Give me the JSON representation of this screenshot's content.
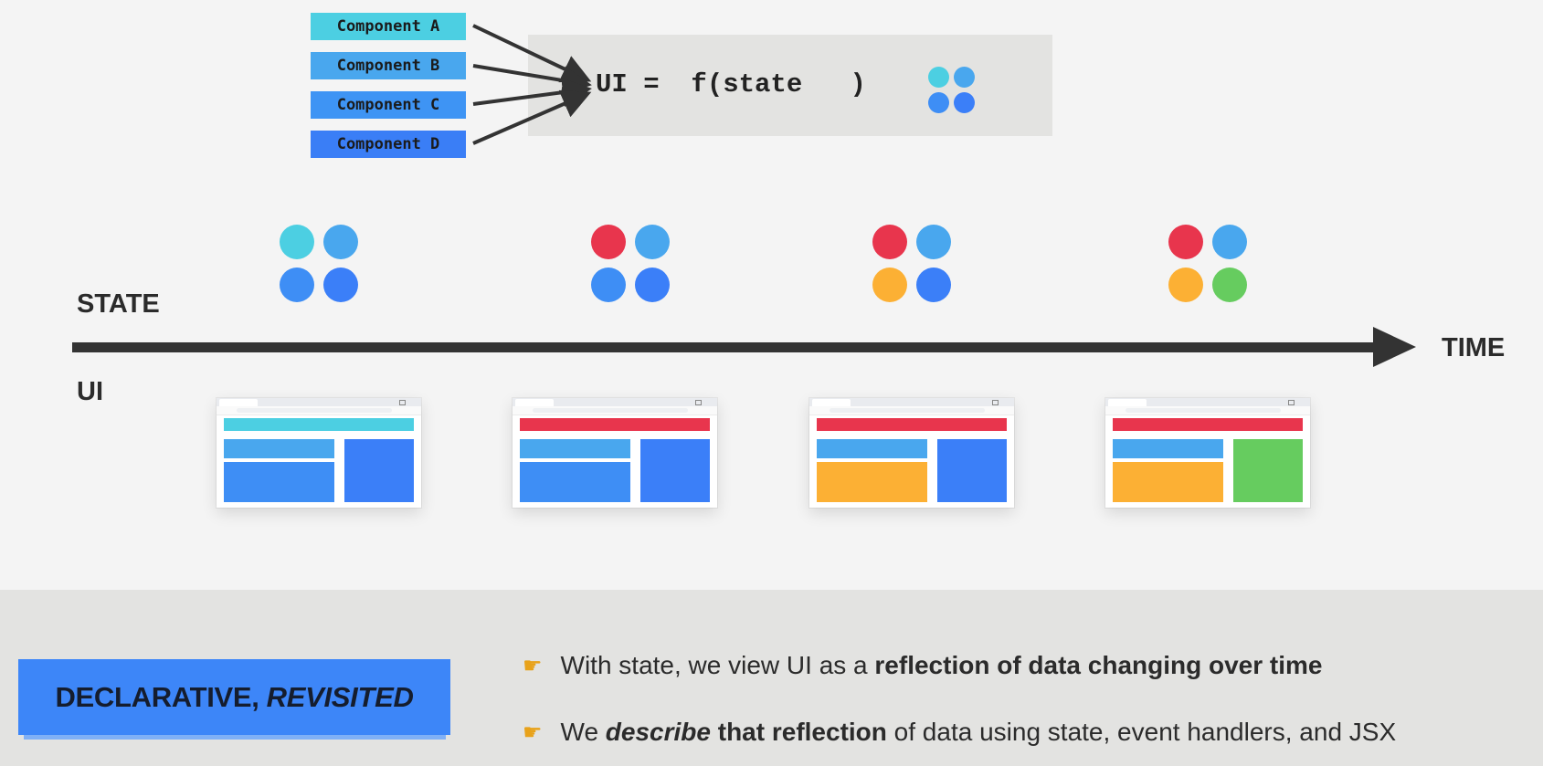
{
  "formula": {
    "text": "UI =  f(state   )"
  },
  "components": [
    {
      "label": "Component A",
      "color": "#4ccfe2"
    },
    {
      "label": "Component B",
      "color": "#49a7ee"
    },
    {
      "label": "Component C",
      "color": "#3e94f4"
    },
    {
      "label": "Component D",
      "color": "#3a7ef6"
    }
  ],
  "labels": {
    "state": "STATE",
    "ui": "UI",
    "time": "TIME"
  },
  "colors": {
    "cyan": "#4ccfe2",
    "light_blue": "#49a7ee",
    "blue": "#3e8ef5",
    "deep_blue": "#3b7ff8",
    "red": "#e8354d",
    "orange": "#fcb034",
    "green": "#66cc5f",
    "axis": "#333333"
  },
  "states": [
    {
      "dots": [
        "#4ccfe2",
        "#49a7ee",
        "#3e8ef5",
        "#3b7ff8"
      ]
    },
    {
      "dots": [
        "#e8354d",
        "#49a7ee",
        "#3e8ef5",
        "#3b7ff8"
      ]
    },
    {
      "dots": [
        "#e8354d",
        "#49a7ee",
        "#fcb034",
        "#3b7ff8"
      ]
    },
    {
      "dots": [
        "#e8354d",
        "#49a7ee",
        "#fcb034",
        "#66cc5f"
      ]
    }
  ],
  "footer": {
    "title_main": "DECLARATIVE,",
    "title_italic": "REVISITED",
    "bullet1": {
      "pre": "With state, we view UI as a ",
      "bold": "reflection of data changing over time"
    },
    "bullet2": {
      "pre": "We ",
      "italic": "describe",
      "bold": " that reflection",
      "post": " of data using state, event handlers, and JSX"
    }
  }
}
